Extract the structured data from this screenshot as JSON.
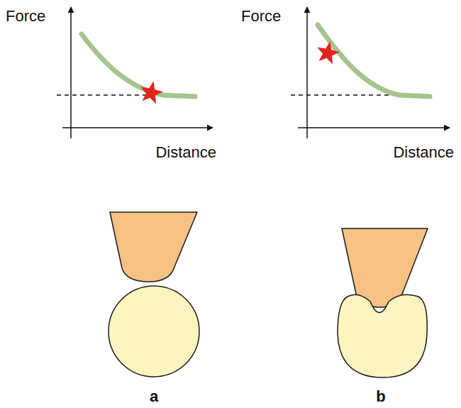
{
  "diagram": {
    "labels": [
      "Force",
      "Distance",
      "Force",
      "Distance",
      "a",
      "b"
    ]
  }
}
